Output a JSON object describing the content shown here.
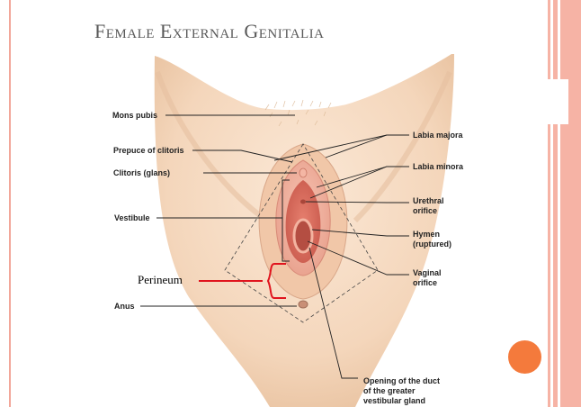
{
  "title": "Female External Genitalia",
  "labels": {
    "mons_pubis": "Mons pubis",
    "prepuce": "Prepuce of clitoris",
    "clitoris": "Clitoris (glans)",
    "vestibule": "Vestibule",
    "perineum": "Perineum",
    "anus": "Anus",
    "labia_majora": "Labia majora",
    "labia_minora": "Labia minora",
    "urethral_1": "Urethral",
    "urethral_2": "orifice",
    "hymen_1": "Hymen",
    "hymen_2": "(ruptured)",
    "vaginal_1": "Vaginal",
    "vaginal_2": "orifice",
    "duct_1": "Opening of the duct",
    "duct_2": "of the greater",
    "duct_3": "vestibular gland"
  },
  "colors": {
    "accent_orange": "#f47a3c",
    "border_salmon": "#f6b3a5",
    "perineum_bracket": "#e0141e",
    "skin": "#f6dcc4"
  }
}
